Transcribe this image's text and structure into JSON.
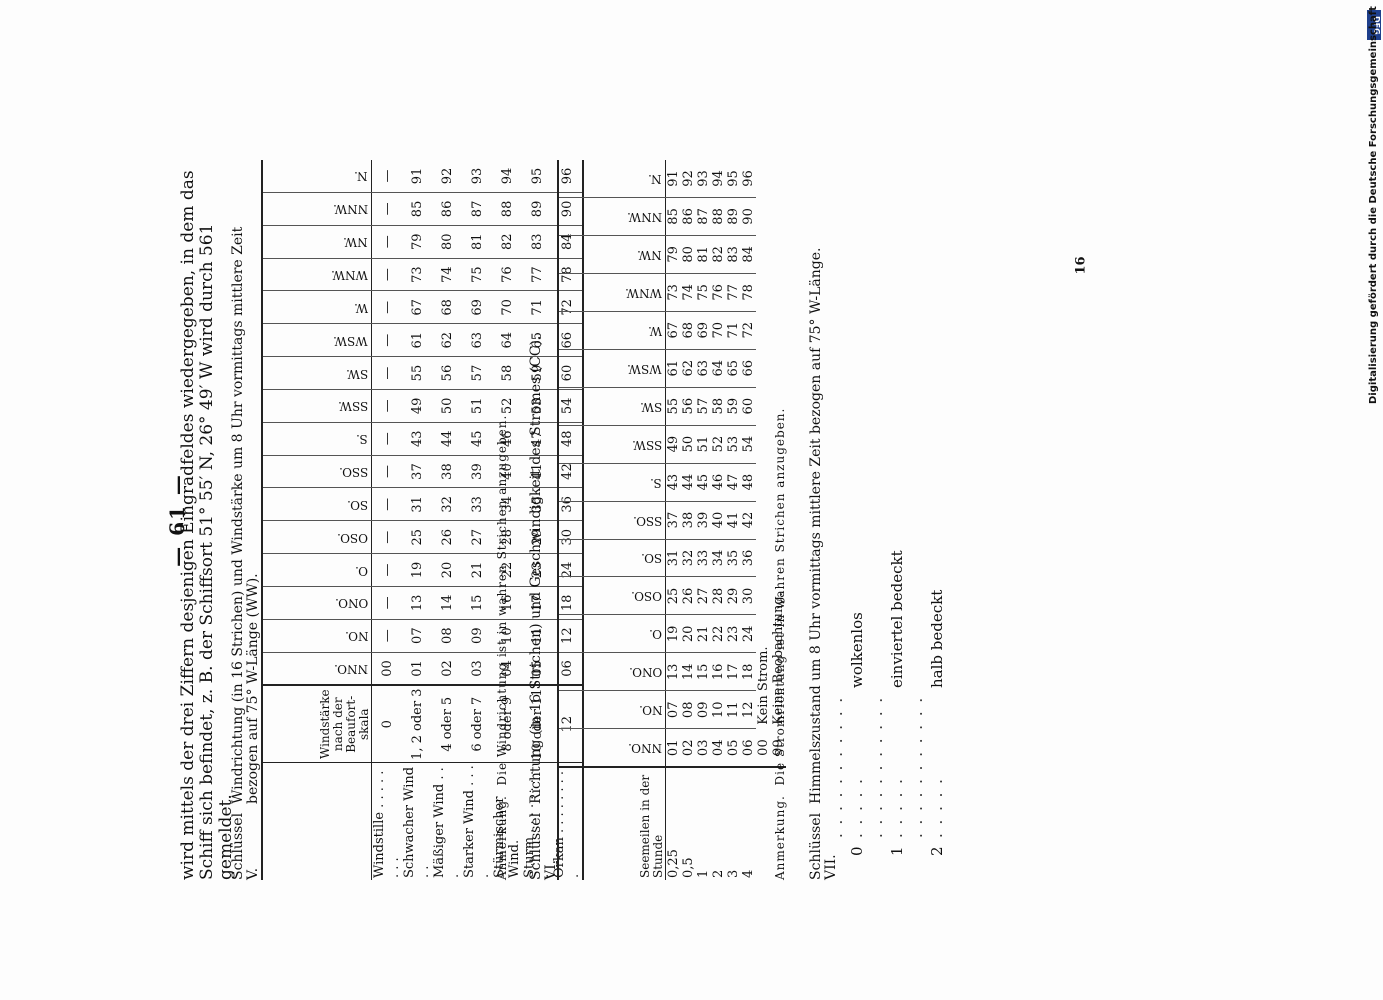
{
  "page_header": "— 61 —",
  "intro_text": "wird mittels der drei Ziffern desjenigen Eingradfeldes wiedergegeben, in dem das Schiff sich befindet, z. B. der Schiffsort 51° 55′ N, 26° 49′ W wird durch 561 gemeldet.",
  "key5": {
    "label": "Schlüssel V.",
    "title": "Windrichtung (in 16 Strichen) und Windstärke um 8 Uhr vormittags mittlere Zeit bezogen auf 75° W-Länge (WW).",
    "beaufort_header": "Windstärke nach der Beaufort-skala",
    "directions": [
      "NNO.",
      "NO.",
      "ONO.",
      "O.",
      "OSO.",
      "SO.",
      "SSO.",
      "S.",
      "SSW.",
      "SW.",
      "WSW.",
      "W.",
      "WNW.",
      "NW.",
      "NNW.",
      "N."
    ],
    "rows": [
      {
        "name": "Windstille . . . . . . . .",
        "beaufort": "0",
        "codes": [
          "00",
          "—",
          "—",
          "—",
          "—",
          "—",
          "—",
          "—",
          "—",
          "—",
          "—",
          "—",
          "—",
          "—",
          "—",
          "—"
        ]
      },
      {
        "name": "Schwacher Wind . .",
        "beaufort": "1, 2 oder 3",
        "codes": [
          "01",
          "07",
          "13",
          "19",
          "25",
          "31",
          "37",
          "43",
          "49",
          "55",
          "61",
          "67",
          "73",
          "79",
          "85",
          "91"
        ]
      },
      {
        "name": "Mäßiger Wind . . .",
        "beaufort": "4 oder 5",
        "codes": [
          "02",
          "08",
          "14",
          "20",
          "26",
          "32",
          "38",
          "44",
          "50",
          "56",
          "62",
          "68",
          "74",
          "80",
          "86",
          "92"
        ]
      },
      {
        "name": "Starker Wind . . . .",
        "beaufort": "6 oder 7",
        "codes": [
          "03",
          "09",
          "15",
          "21",
          "27",
          "33",
          "39",
          "45",
          "51",
          "57",
          "63",
          "69",
          "75",
          "81",
          "87",
          "93"
        ]
      },
      {
        "name": "Stürmischer Wind.",
        "beaufort": "8 oder 9",
        "codes": [
          "04",
          "10",
          "16",
          "22",
          "28",
          "34",
          "40",
          "46",
          "52",
          "58",
          "64",
          "70",
          "76",
          "82",
          "88",
          "94"
        ]
      },
      {
        "name": "Sturm . . . . . . . . .",
        "beaufort": "10 oder 11",
        "codes": [
          "05",
          "11",
          "17",
          "23",
          "29",
          "35",
          "41",
          "47",
          "53",
          "59",
          "65",
          "71",
          "77",
          "83",
          "89",
          "95"
        ]
      },
      {
        "name": "Orkan . . . . . . . . .",
        "beaufort": "12",
        "codes": [
          "06",
          "12",
          "18",
          "24",
          "30",
          "36",
          "42",
          "48",
          "54",
          "60",
          "66",
          "72",
          "78",
          "84",
          "90",
          "96"
        ]
      }
    ],
    "note_label": "Anmerkung.",
    "note_text": "Die Windrichtung ist in wahren Strichen anzugeben."
  },
  "key6": {
    "label": "Schlüssel VI.",
    "title": "Richtung (in 16 Strichen) und Geschwindigkeit des Stromes (CC).",
    "speed_header": "Seemeilen in der Stunde",
    "directions": [
      "NNO.",
      "NO.",
      "ONO.",
      "O.",
      "OSO.",
      "SO.",
      "SSO.",
      "S.",
      "SSW.",
      "SW.",
      "WSW.",
      "W.",
      "WNW.",
      "NW.",
      "NNW.",
      "N."
    ],
    "rows": [
      {
        "speed": "0,25",
        "codes": [
          "01",
          "07",
          "13",
          "19",
          "25",
          "31",
          "37",
          "43",
          "49",
          "55",
          "61",
          "67",
          "73",
          "79",
          "85",
          "91"
        ]
      },
      {
        "speed": "0,5",
        "codes": [
          "02",
          "08",
          "14",
          "20",
          "26",
          "32",
          "38",
          "44",
          "50",
          "56",
          "62",
          "68",
          "74",
          "80",
          "86",
          "92"
        ]
      },
      {
        "speed": "1",
        "codes": [
          "03",
          "09",
          "15",
          "21",
          "27",
          "33",
          "39",
          "45",
          "51",
          "57",
          "63",
          "69",
          "75",
          "81",
          "87",
          "93"
        ]
      },
      {
        "speed": "2",
        "codes": [
          "04",
          "10",
          "16",
          "22",
          "28",
          "34",
          "40",
          "46",
          "52",
          "58",
          "64",
          "70",
          "76",
          "82",
          "88",
          "94"
        ]
      },
      {
        "speed": "3",
        "codes": [
          "05",
          "11",
          "17",
          "23",
          "29",
          "35",
          "41",
          "47",
          "53",
          "59",
          "65",
          "71",
          "77",
          "83",
          "89",
          "95"
        ]
      },
      {
        "speed": "4",
        "codes": [
          "06",
          "12",
          "18",
          "24",
          "30",
          "36",
          "42",
          "48",
          "54",
          "60",
          "66",
          "72",
          "78",
          "84",
          "90",
          "96"
        ]
      }
    ],
    "special_rows": [
      {
        "code": "00",
        "text": "Kein Strom."
      },
      {
        "code": "99",
        "text": "Keine Beobachtung."
      }
    ],
    "note_label": "Anmerkung.",
    "note_text": "Die Stromrichtung ist in wahren Strichen anzugeben."
  },
  "key7": {
    "label": "Schlüssel VII.",
    "title": "Himmelszustand um 8 Uhr vormittags mittlere Zeit bezogen auf 75° W-Länge.",
    "rows": [
      {
        "code": "0",
        "dots": ". . . . . . . . . . . . . . . .",
        "text": "wolkenlos"
      },
      {
        "code": "1",
        "dots": ". . . . . . . . . . . . . . . .",
        "text": "einviertel bedeckt"
      },
      {
        "code": "2",
        "dots": ". . . . . . . . . . . . . . . .",
        "text": "halb bedeckt"
      }
    ]
  },
  "page_number": "16",
  "credit": {
    "badge": "DFG",
    "text": "Digitalisierung gefördert durch die Deutsche Forschungsgemeinschaft"
  }
}
